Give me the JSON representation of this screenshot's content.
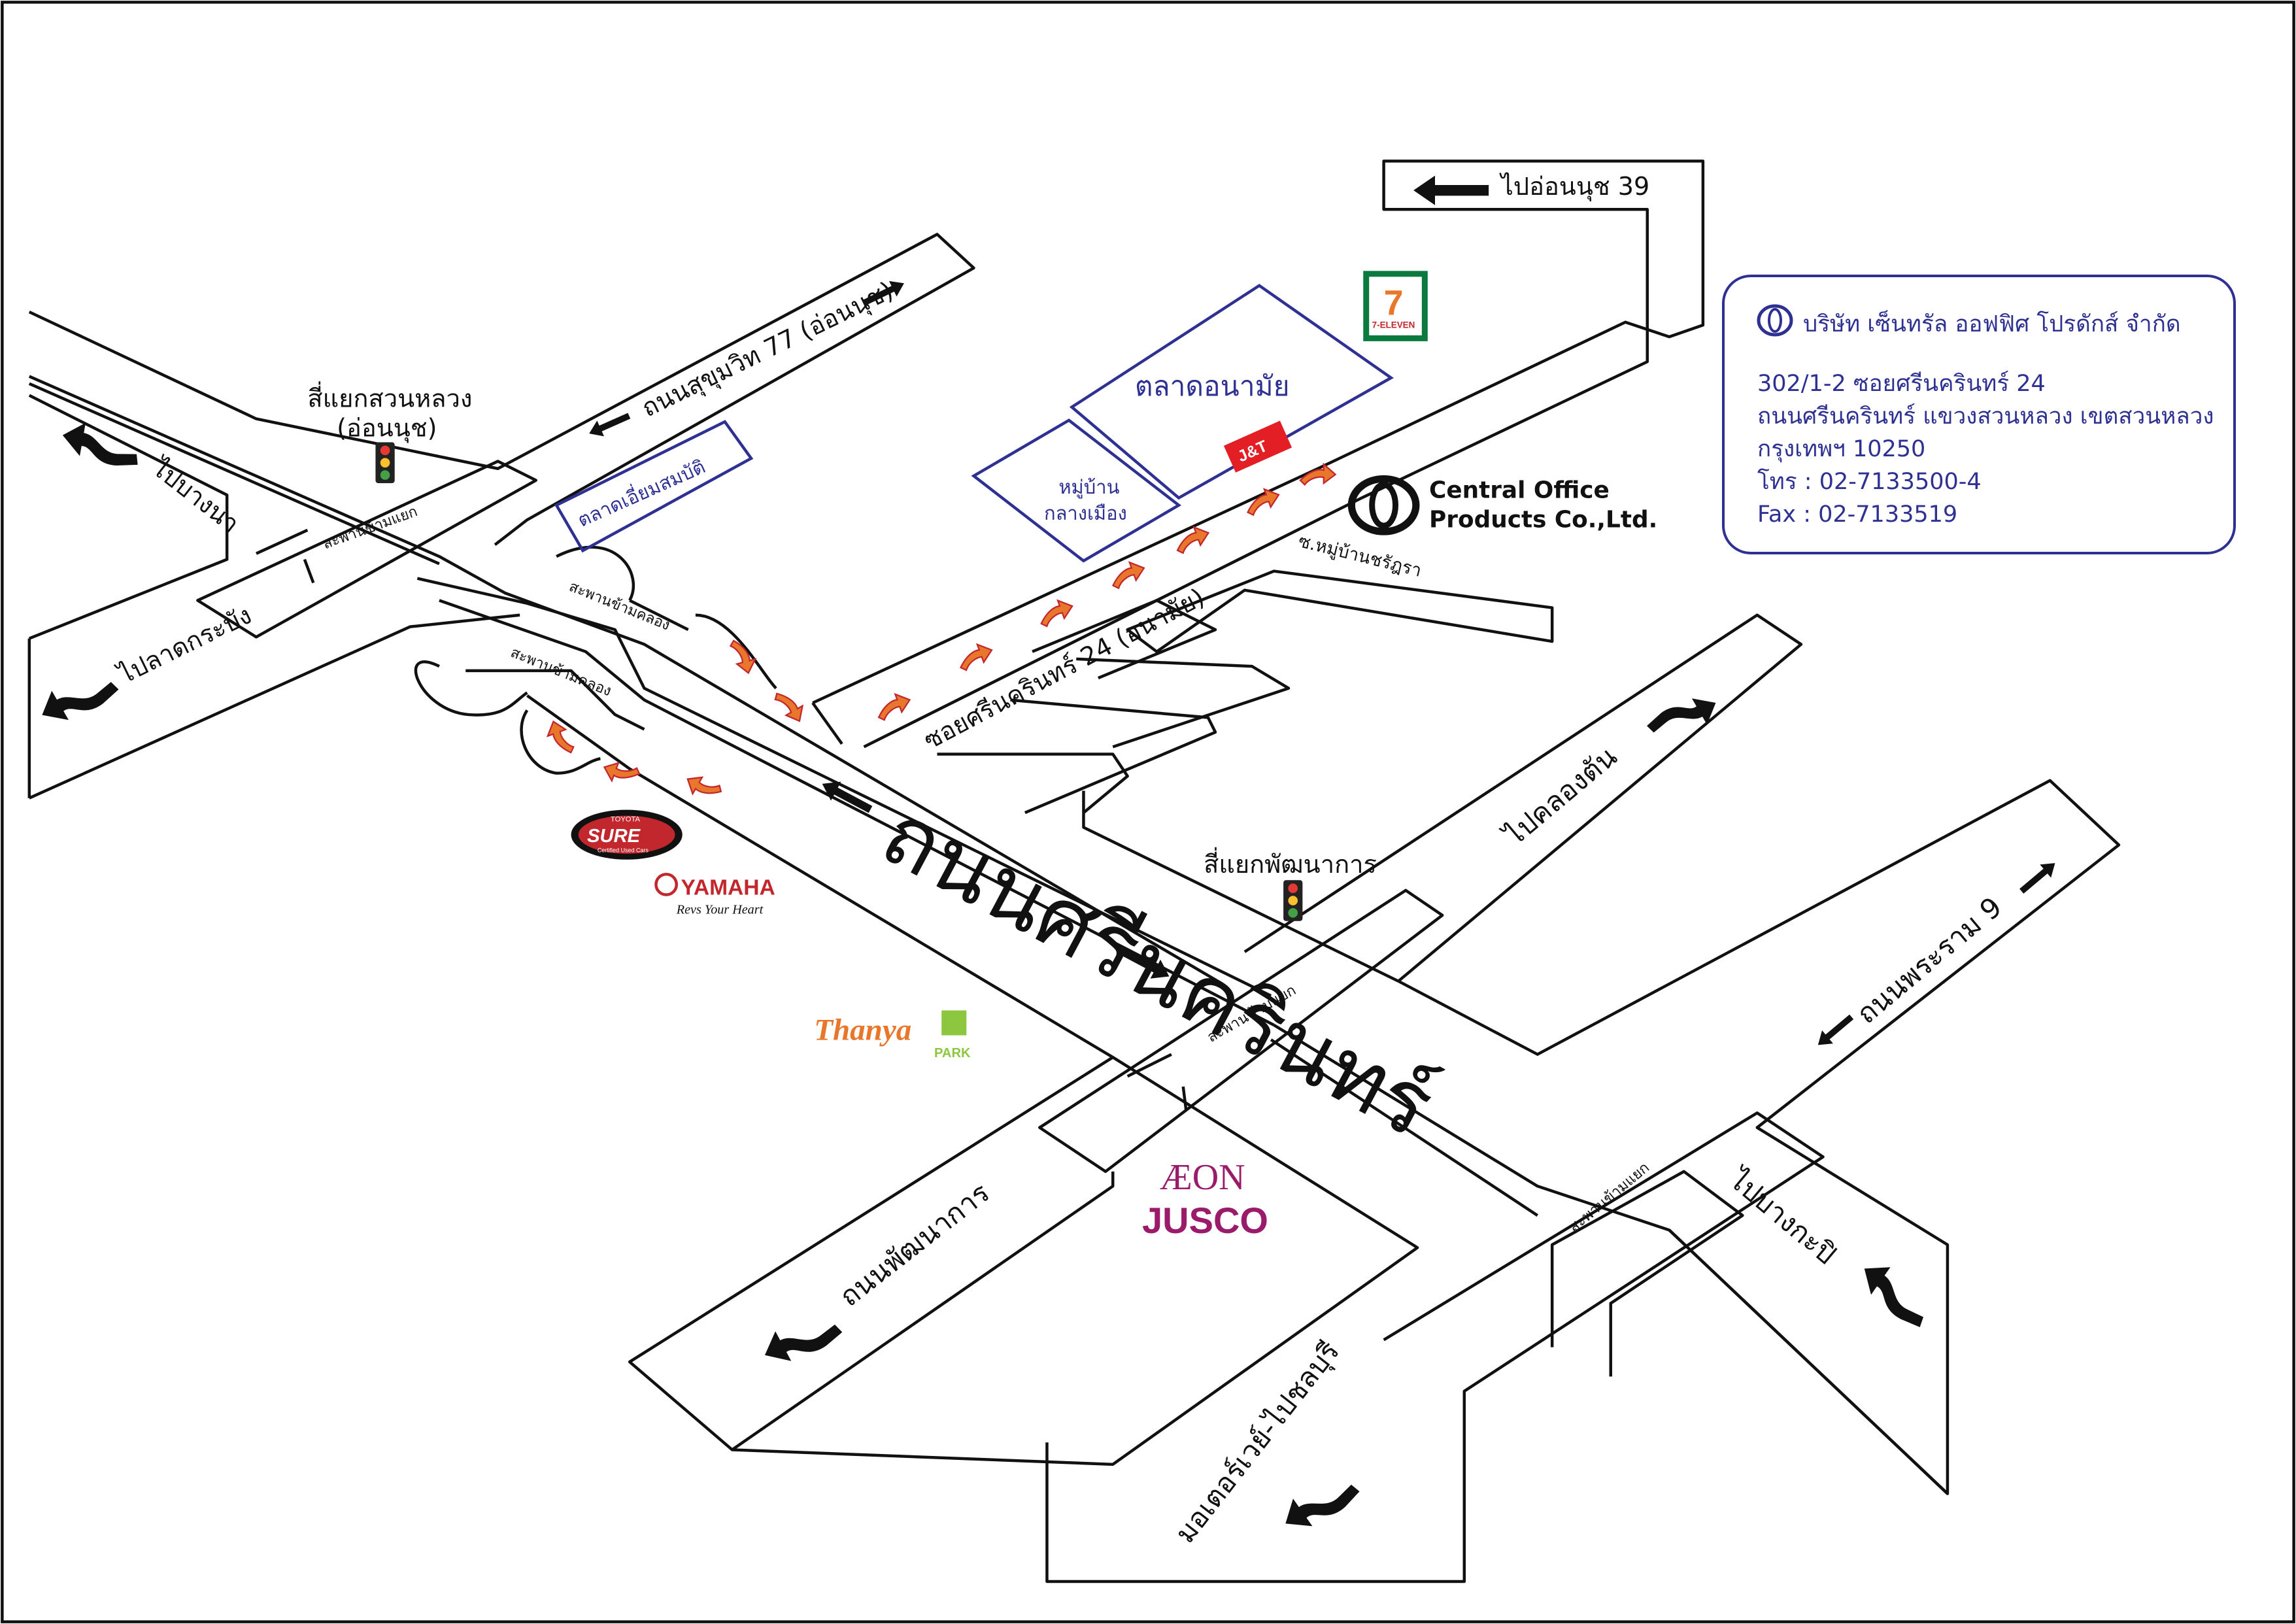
{
  "map": {
    "main_road_label": "ถนนศรีนครินทร์",
    "soi_label": "ซอยศรีนครินทร์ 24 (อนามัย)",
    "on_nut_junction": {
      "line1": "สี่แยกสวนหลวง",
      "line2": "(อ่อนนุช)"
    },
    "phatthanakan_junction": "สี่แยกพัฒนาการ",
    "to_on_nut_39": "ไปอ่อนนุช 39",
    "sukhumvit77": "ถนนสุขุมวิท 77 (อ่อนนุช)",
    "to_bang_na": "ไปบางนา",
    "to_lat_krabang": "ไปลาดกระบัง",
    "to_khlong_tan": "ไปคลองตัน",
    "rama9": "ถนนพระราม 9",
    "to_bang_kapi": "ไปบางกะปิ",
    "phatthanakan_road": "ถนนพัฒนาการ",
    "motorway": "มอเตอร์เวย์-ไปชลบุรี",
    "bridge_over_junction": "สะพานข้ามแยก",
    "bridge_over_canal": "สะพานข้ามคลอง",
    "village_soi": "ซ.หมู่บ้านชรัฎรา",
    "market_anamai": "ตลาดอนามัย",
    "market_iam_sombat": "ตลาดเอี่ยมสมบัติ",
    "village_klang_muang": {
      "line1": "หมู่บ้าน",
      "line2": "กลางเมือง"
    },
    "company_en": {
      "line1": "Central Office",
      "line2": "Products Co.,Ltd."
    },
    "logos": {
      "seven_eleven": "7-ELEVEN",
      "jt": "J&T",
      "toyota_sure": {
        "top": "TOYOTA",
        "main": "SURE",
        "sub": "Certified Used Cars"
      },
      "yamaha": {
        "main": "YAMAHA",
        "tagline": "Revs Your Heart"
      },
      "thanya_park": {
        "main": "Thanya",
        "sub": "PARK"
      },
      "aeon": {
        "line1": "ÆON",
        "line2": "JUSCO"
      }
    },
    "colors": {
      "road_outline": "#111111",
      "navy": "#2e3192",
      "arrow": "#e8762b",
      "arrow_dark": "#c1272d"
    }
  },
  "info": {
    "title": "บริษัท เซ็นทรัล ออฟฟิศ โปรดักส์ จำกัด",
    "address1": "302/1-2 ซอยศรีนครินทร์ 24",
    "address2": "ถนนศรีนครินทร์  แขวงสวนหลวง เขตสวนหลวง",
    "address3": "กรุงเทพฯ 10250",
    "phone": "โทร : 02-7133500-4",
    "fax": "Fax : 02-7133519"
  }
}
